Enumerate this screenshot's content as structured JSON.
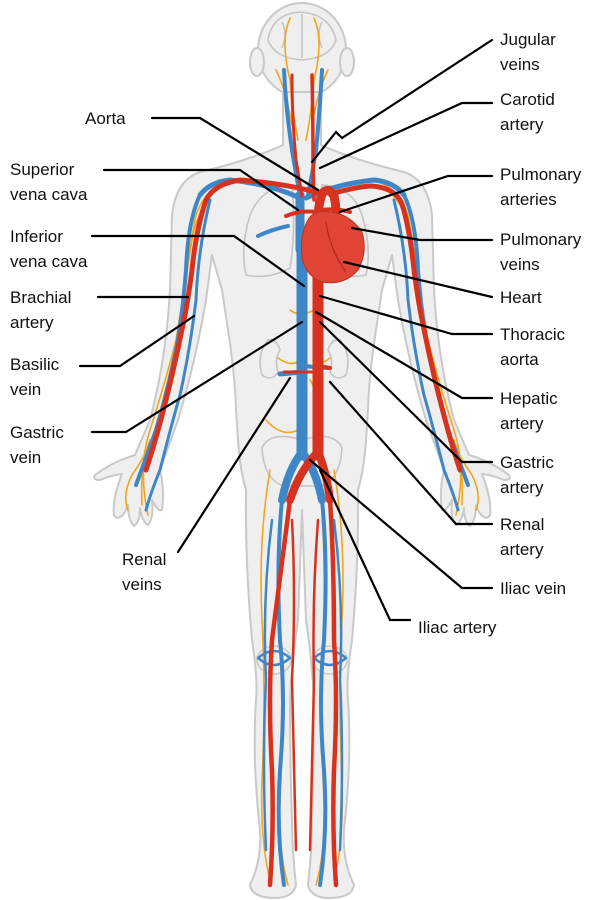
{
  "labels": {
    "jugular_veins": [
      "Jugular",
      "veins"
    ],
    "carotid_artery": [
      "Carotid",
      "artery"
    ],
    "aorta": [
      "Aorta"
    ],
    "superior_vena_cava": [
      "Superior",
      "vena cava"
    ],
    "pulmonary_arteries": [
      "Pulmonary",
      "arteries"
    ],
    "inferior_vena_cava": [
      "Inferior",
      "vena cava"
    ],
    "pulmonary_veins": [
      "Pulmonary",
      "veins"
    ],
    "brachial_artery": [
      "Brachial",
      "artery"
    ],
    "heart": [
      "Heart"
    ],
    "thoracic_aorta": [
      "Thoracic",
      "aorta"
    ],
    "basilic_vein": [
      "Basilic",
      "vein"
    ],
    "hepatic_artery": [
      "Hepatic",
      "artery"
    ],
    "gastric_vein": [
      "Gastric",
      "vein"
    ],
    "gastric_artery": [
      "Gastric",
      "artery"
    ],
    "renal_artery": [
      "Renal",
      "artery"
    ],
    "renal_veins": [
      "Renal",
      "veins"
    ],
    "iliac_vein": [
      "Iliac vein"
    ],
    "iliac_artery": [
      "Iliac artery"
    ]
  },
  "colors": {
    "artery": "#d6321f",
    "vein": "#3f86c6",
    "nerve": "#f2a51e",
    "body_fill": "#efefef",
    "body_outline": "#c9c9c9",
    "heart": "#e04535",
    "background": "#ffffff"
  }
}
